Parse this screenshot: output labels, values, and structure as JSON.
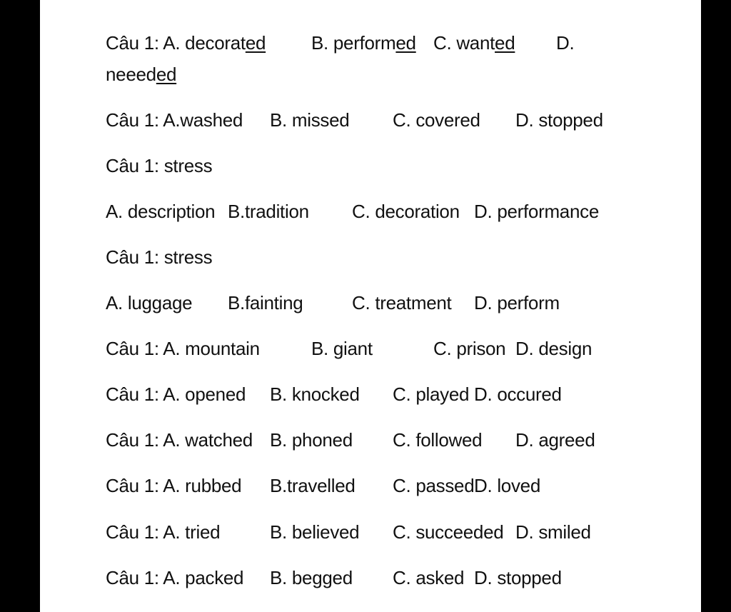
{
  "lines": [
    {
      "texts": [
        "Câu 1: A. decorat",
        "B. perform",
        "C. want",
        "D."
      ],
      "underlines": [
        "ed",
        "ed",
        "ed"
      ]
    },
    {
      "texts": [
        "neeed"
      ],
      "underlines": [
        "ed"
      ]
    },
    {
      "texts": [
        "Câu 1: A.washed",
        "B. missed",
        "C. covered",
        "D. stopped"
      ]
    },
    {
      "texts": [
        "Câu 1: stress"
      ]
    },
    {
      "texts": [
        "A. description",
        "B.tradition",
        "C. decoration",
        "D. performance"
      ]
    },
    {
      "texts": [
        "Câu 1: stress"
      ]
    },
    {
      "texts": [
        "A. luggage",
        "B.fainting",
        "C. treatment",
        "D. perform"
      ]
    },
    {
      "texts": [
        "Câu 1: A. mountain",
        "B. giant",
        "C. prison",
        "D. design"
      ]
    },
    {
      "texts": [
        "Câu 1: A. opened",
        "B. knocked",
        "C. played",
        "D. occured"
      ]
    },
    {
      "texts": [
        "Câu 1: A. watched",
        "B. phoned",
        "C. followed",
        "D. agreed"
      ]
    },
    {
      "texts": [
        "Câu 1: A. rubbed",
        "B.travelled",
        "C. passed",
        "D. loved"
      ]
    },
    {
      "texts": [
        "Câu 1: A. tried",
        "B. believed",
        "C. succeeded",
        "D. smiled"
      ]
    },
    {
      "texts": [
        "Câu 1: A. packed",
        "B. begged",
        "C. asked",
        "D. stopped"
      ]
    }
  ]
}
